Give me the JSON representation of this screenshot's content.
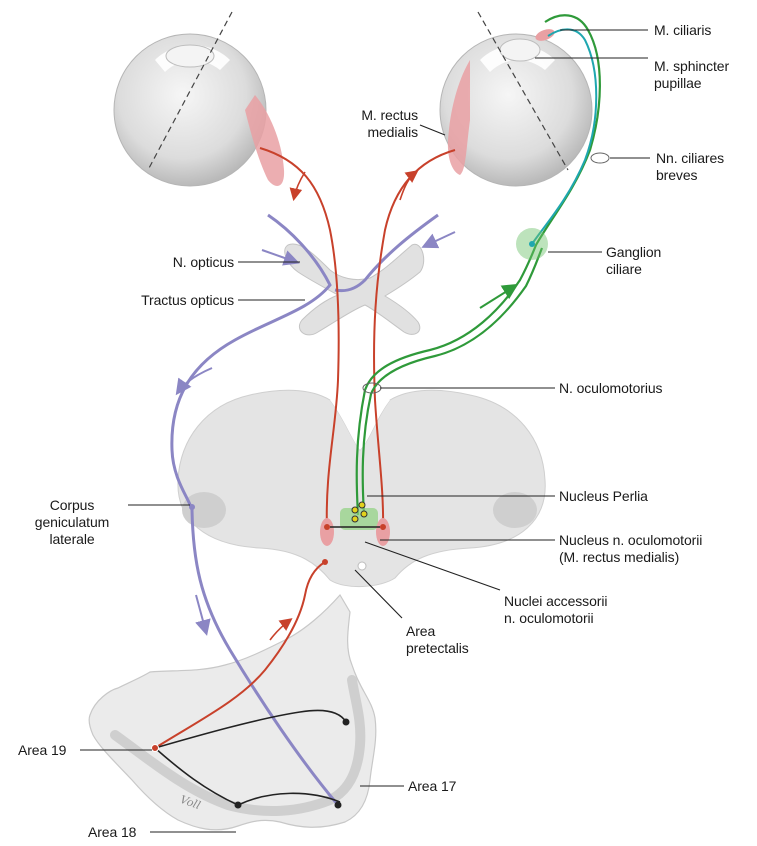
{
  "colors": {
    "visual_pathway": "#8b86c4",
    "pupillary_efferent_red": "#c8412b",
    "parasympathetic_green": "#2f9a3a",
    "ciliary_cyan": "#1fa7b0",
    "brain_gray": "#e6e6e6",
    "muscle_pink": "#e9a0a3"
  },
  "labels": {
    "m_ciliaris": "M. ciliaris",
    "m_sphincter_pupillae": "M. sphincter\npupillae",
    "m_rectus_medialis": "M. rectus\nmedialis",
    "nn_ciliares_breves": "Nn. ciliares\nbreves",
    "n_opticus": "N. opticus",
    "ganglion_ciliare": "Ganglion\nciliare",
    "tractus_opticus": "Tractus opticus",
    "n_oculomotorius": "N. oculomotorius",
    "corpus_geniculatum_laterale": "Corpus\ngeniculatum\nlaterale",
    "nucleus_perlia": "Nucleus Perlia",
    "nucleus_n_oculomotorii": "Nucleus n. oculomotorii\n(M. rectus medialis)",
    "nuclei_accessorii": "Nuclei accessorii\nn. oculomotorii",
    "area_pretectalis": "Area\npretectalis",
    "area_19": "Area 19",
    "area_17": "Area 17",
    "area_18": "Area 18"
  },
  "signature": "Voll"
}
